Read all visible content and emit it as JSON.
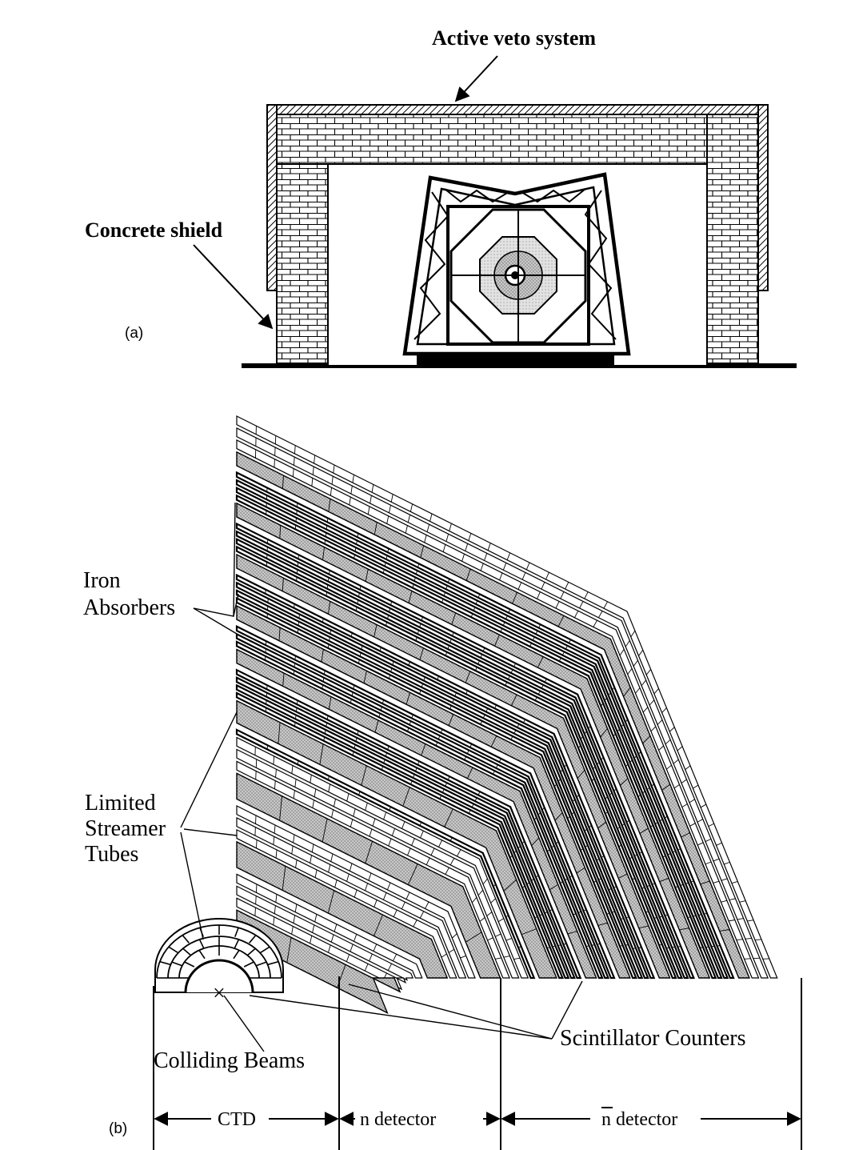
{
  "panel_a": {
    "label": "(a)",
    "active_veto_label": "Active veto system",
    "concrete_shield_label": "Concrete shield"
  },
  "panel_b": {
    "label": "(b)",
    "iron_absorbers": [
      "Iron",
      "Absorbers"
    ],
    "limited_streamer_tubes": [
      "Limited",
      "Streamer",
      "Tubes"
    ],
    "scintillator_label": "Scintillator Counters",
    "colliding_beams_label": "Colliding Beams",
    "beam_marker": "×",
    "dimensions": {
      "ctd": "CTD",
      "n_detector": "n detector",
      "nbar_detector": "n detector"
    }
  },
  "colors": {
    "ink": "#000000",
    "stipple": "#b9b9b9",
    "background": "#ffffff"
  }
}
